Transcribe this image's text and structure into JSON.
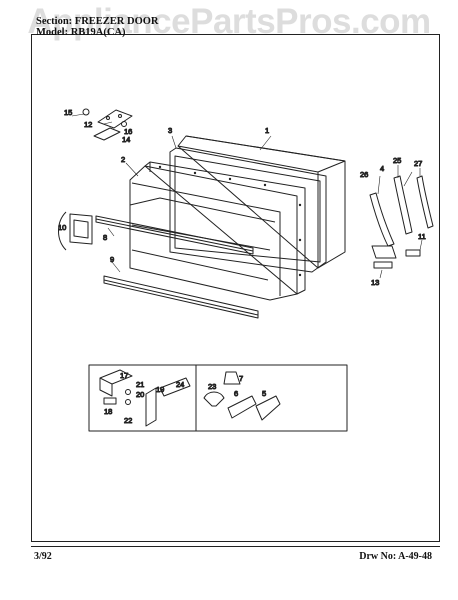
{
  "watermark": "AppliancePartsPros.com",
  "header": {
    "section_line": "Section: FREEZER DOOR",
    "model_line": "Model: RB19A(CA)"
  },
  "footer": {
    "date": "3/92",
    "drawing_no": "Drw No: A-49-48"
  },
  "callouts": {
    "c1": "1",
    "c2": "2",
    "c3": "3",
    "c4": "4",
    "c5": "5",
    "c6": "6",
    "c7": "7",
    "c8": "8",
    "c9": "9",
    "c10": "10",
    "c11": "11",
    "c12": "12",
    "c13": "13",
    "c14": "14",
    "c15": "15",
    "c16": "16",
    "c17": "17",
    "c18": "18",
    "c19": "19",
    "c20": "20",
    "c21": "21",
    "c22": "22",
    "c23": "23",
    "c24": "24",
    "c25": "25",
    "c26": "26",
    "c27": "27"
  }
}
